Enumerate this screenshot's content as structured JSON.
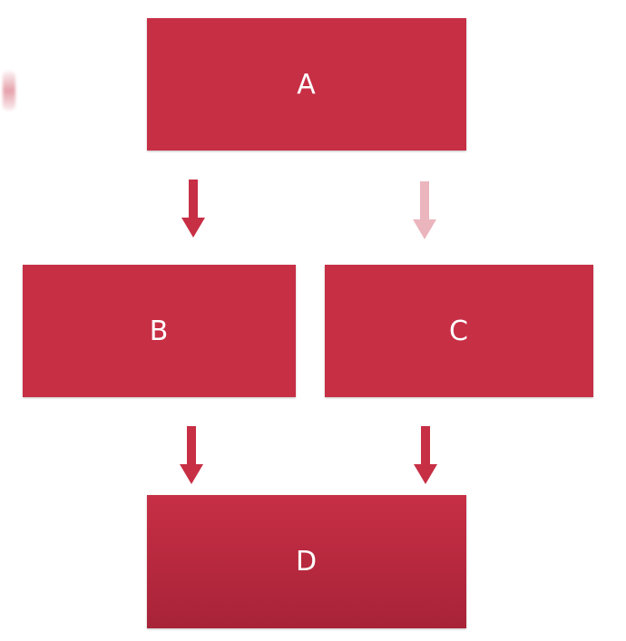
{
  "diagram": {
    "nodes": [
      {
        "id": "a",
        "label": "A"
      },
      {
        "id": "b",
        "label": "B"
      },
      {
        "id": "c",
        "label": "C"
      },
      {
        "id": "d",
        "label": "D"
      }
    ],
    "edges": [
      {
        "from": "A",
        "to": "B"
      },
      {
        "from": "A",
        "to": "C"
      },
      {
        "from": "B",
        "to": "D"
      },
      {
        "from": "C",
        "to": "D"
      }
    ]
  },
  "colors": {
    "box": "#c72f45",
    "box_bottom": "#a82338",
    "arrow": "#c72f45",
    "text": "#ffffff"
  }
}
